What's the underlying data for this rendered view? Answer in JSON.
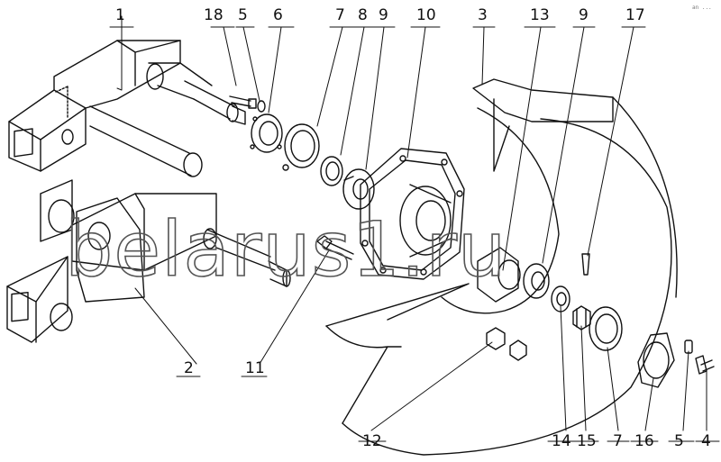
{
  "diagram": {
    "watermark": "belarus1.ru",
    "corner_mark": "an ..."
  },
  "callouts": [
    {
      "id": "c1",
      "label": "1"
    },
    {
      "id": "c18",
      "label": "18"
    },
    {
      "id": "c5a",
      "label": "5"
    },
    {
      "id": "c6",
      "label": "6"
    },
    {
      "id": "c7a",
      "label": "7"
    },
    {
      "id": "c8",
      "label": "8"
    },
    {
      "id": "c9a",
      "label": "9"
    },
    {
      "id": "c10",
      "label": "10"
    },
    {
      "id": "c3",
      "label": "3"
    },
    {
      "id": "c13",
      "label": "13"
    },
    {
      "id": "c9b",
      "label": "9"
    },
    {
      "id": "c17",
      "label": "17"
    },
    {
      "id": "c2",
      "label": "2"
    },
    {
      "id": "c11",
      "label": "11"
    },
    {
      "id": "c12",
      "label": "12"
    },
    {
      "id": "c14",
      "label": "14"
    },
    {
      "id": "c15",
      "label": "15"
    },
    {
      "id": "c7b",
      "label": "7"
    },
    {
      "id": "c16",
      "label": "16"
    },
    {
      "id": "c5b",
      "label": "5"
    },
    {
      "id": "c4",
      "label": "4"
    }
  ]
}
